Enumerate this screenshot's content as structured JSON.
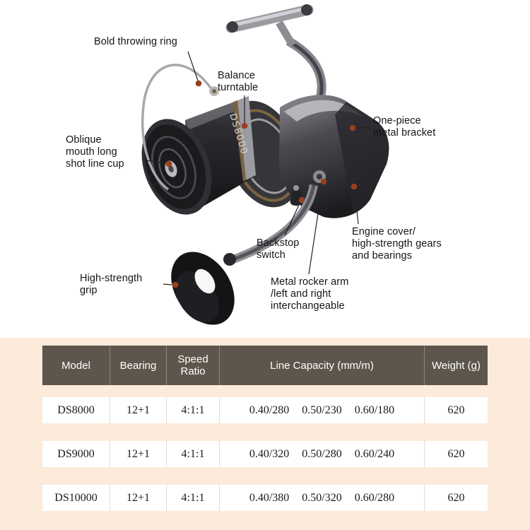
{
  "product": {
    "spool_text": "DS8000"
  },
  "callouts": {
    "bold_throwing_ring": {
      "lines": [
        "Bold throwing ring"
      ]
    },
    "balance_turntable": {
      "lines": [
        "Balance",
        "turntable"
      ]
    },
    "one_piece_bracket": {
      "lines": [
        "One-piece",
        "metal bracket"
      ]
    },
    "oblique_cup": {
      "lines": [
        "Oblique",
        "mouth long",
        "shot line cup"
      ]
    },
    "backstop_switch": {
      "lines": [
        "Backstop",
        "switch"
      ]
    },
    "engine_cover": {
      "lines": [
        "Engine cover/",
        "high-strength gears",
        "and bearings"
      ]
    },
    "grip": {
      "lines": [
        "High-strength",
        "grip"
      ]
    },
    "rocker_arm": {
      "lines": [
        "Metal rocker arm",
        "/left and right",
        "interchangeable"
      ]
    }
  },
  "table": {
    "headers": {
      "model": "Model",
      "bearing": "Bearing",
      "speed_line1": "Speed",
      "speed_line2": "Ratio",
      "line_capacity": "Line Capacity (mm/m)",
      "weight": "Weight (g)"
    },
    "rows": [
      {
        "model": "DS8000",
        "bearing": "12+1",
        "speed_ratio": "4:1:1",
        "line_capacity": [
          "0.40/280",
          "0.50/230",
          "0.60/180"
        ],
        "weight": "620"
      },
      {
        "model": "DS9000",
        "bearing": "12+1",
        "speed_ratio": "4:1:1",
        "line_capacity": [
          "0.40/320",
          "0.50/280",
          "0.60/240"
        ],
        "weight": "620"
      },
      {
        "model": "DS10000",
        "bearing": "12+1",
        "speed_ratio": "4:1:1",
        "line_capacity": [
          "0.40/380",
          "0.50/320",
          "0.60/280"
        ],
        "weight": "620"
      }
    ]
  },
  "colors": {
    "header_bg": "#5e564c",
    "band_bg": "#fcebdb",
    "row_bg": "#ffffff",
    "callout_dot": "#993f20"
  }
}
